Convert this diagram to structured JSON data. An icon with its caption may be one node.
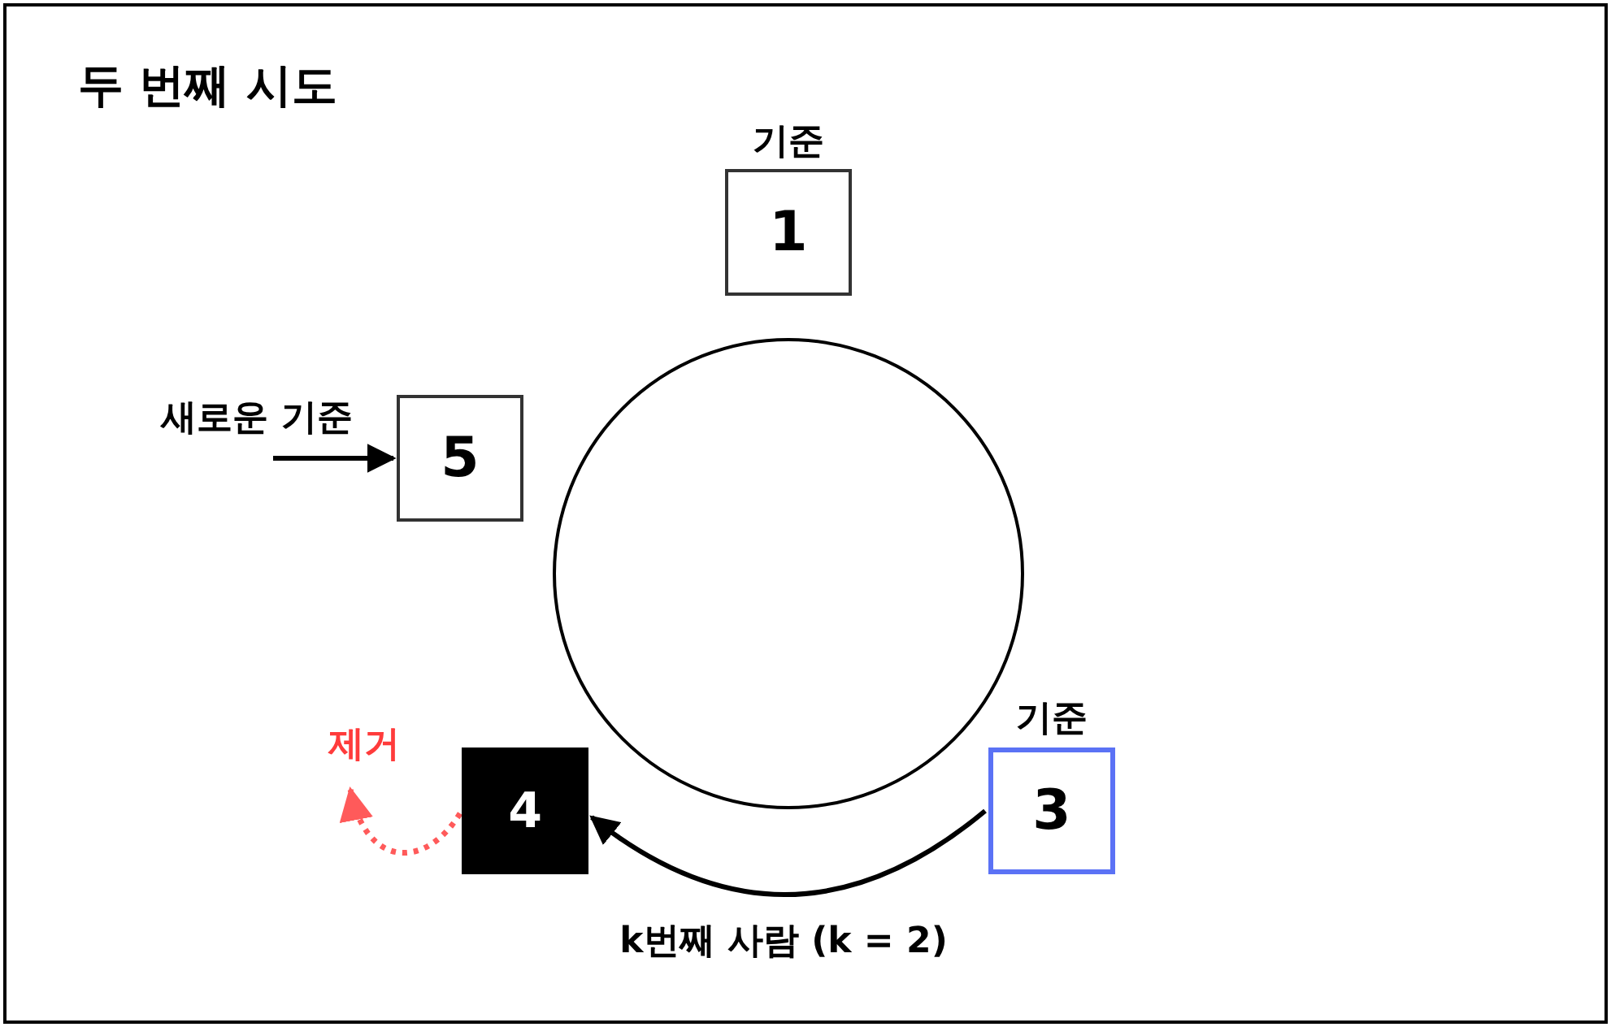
{
  "diagram": {
    "title": "두 번째 시도",
    "nodes": [
      {
        "text": [
          "1"
        ],
        "beside": [
          "기준"
        ]
      },
      {
        "text": [],
        "shape": "circle"
      },
      {
        "text": [
          "5"
        ],
        "beside": [
          "새로운 기준"
        ]
      },
      {
        "text": [
          "제거"
        ]
      },
      {
        "text": [
          "4"
        ]
      },
      {
        "text": [
          "3"
        ],
        "beside": [
          "기준"
        ]
      }
    ],
    "edges": [
      {
        "from": null,
        "to": 2,
        "arrow": "to"
      },
      {
        "from": 5,
        "to": 4,
        "arrow": "to",
        "label": "k번째 사람 (k = 2)"
      },
      {
        "from": 4,
        "to": 3,
        "arrow": "to",
        "style": "dashed",
        "color": "#ff5a5a"
      }
    ]
  }
}
